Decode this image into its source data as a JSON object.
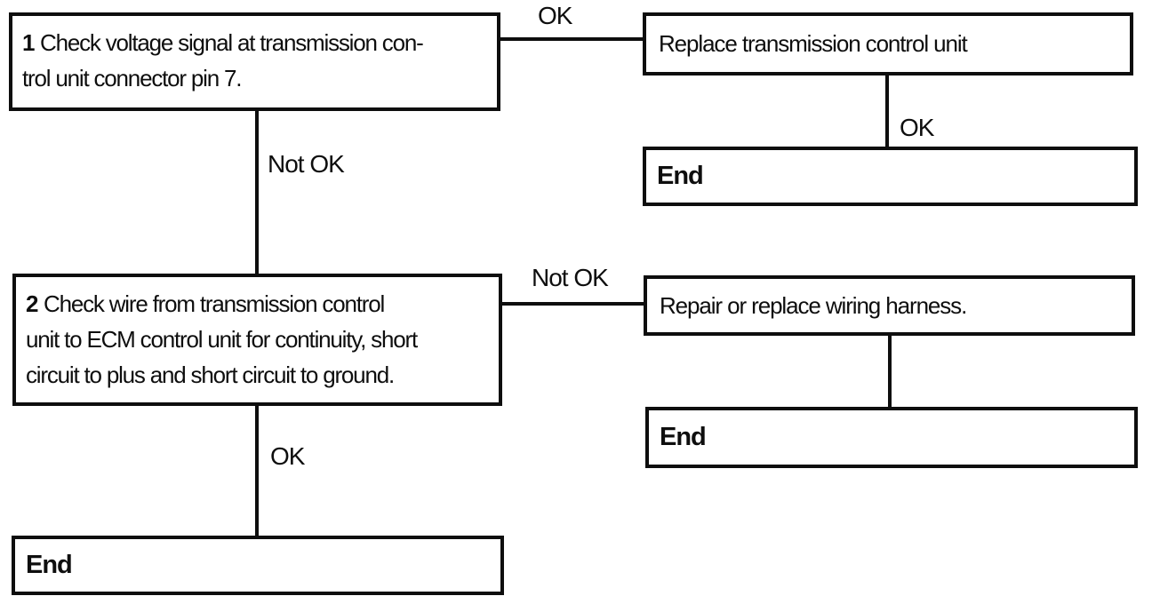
{
  "colors": {
    "ink": "#0e0e0e",
    "background": "#ffffff"
  },
  "nodes": {
    "step1": {
      "number": "1",
      "text": "Check voltage signal at transmission con-\ntrol unit connector pin 7."
    },
    "replace_tcu": {
      "text": "Replace transmission control unit"
    },
    "end_top_right": {
      "text": "End"
    },
    "step2": {
      "number": "2",
      "text": "Check wire from transmission control\nunit to ECM control unit for continuity, short\ncircuit to plus and short circuit to ground."
    },
    "repair_harness": {
      "text": "Repair or replace wiring harness."
    },
    "end_mid_right": {
      "text": "End"
    },
    "end_bottom_left": {
      "text": "End"
    }
  },
  "labels": {
    "step1_ok": "OK",
    "step1_not_ok": "Not OK",
    "replace_ok": "OK",
    "step2_not_ok": "Not OK",
    "step2_ok": "OK"
  }
}
